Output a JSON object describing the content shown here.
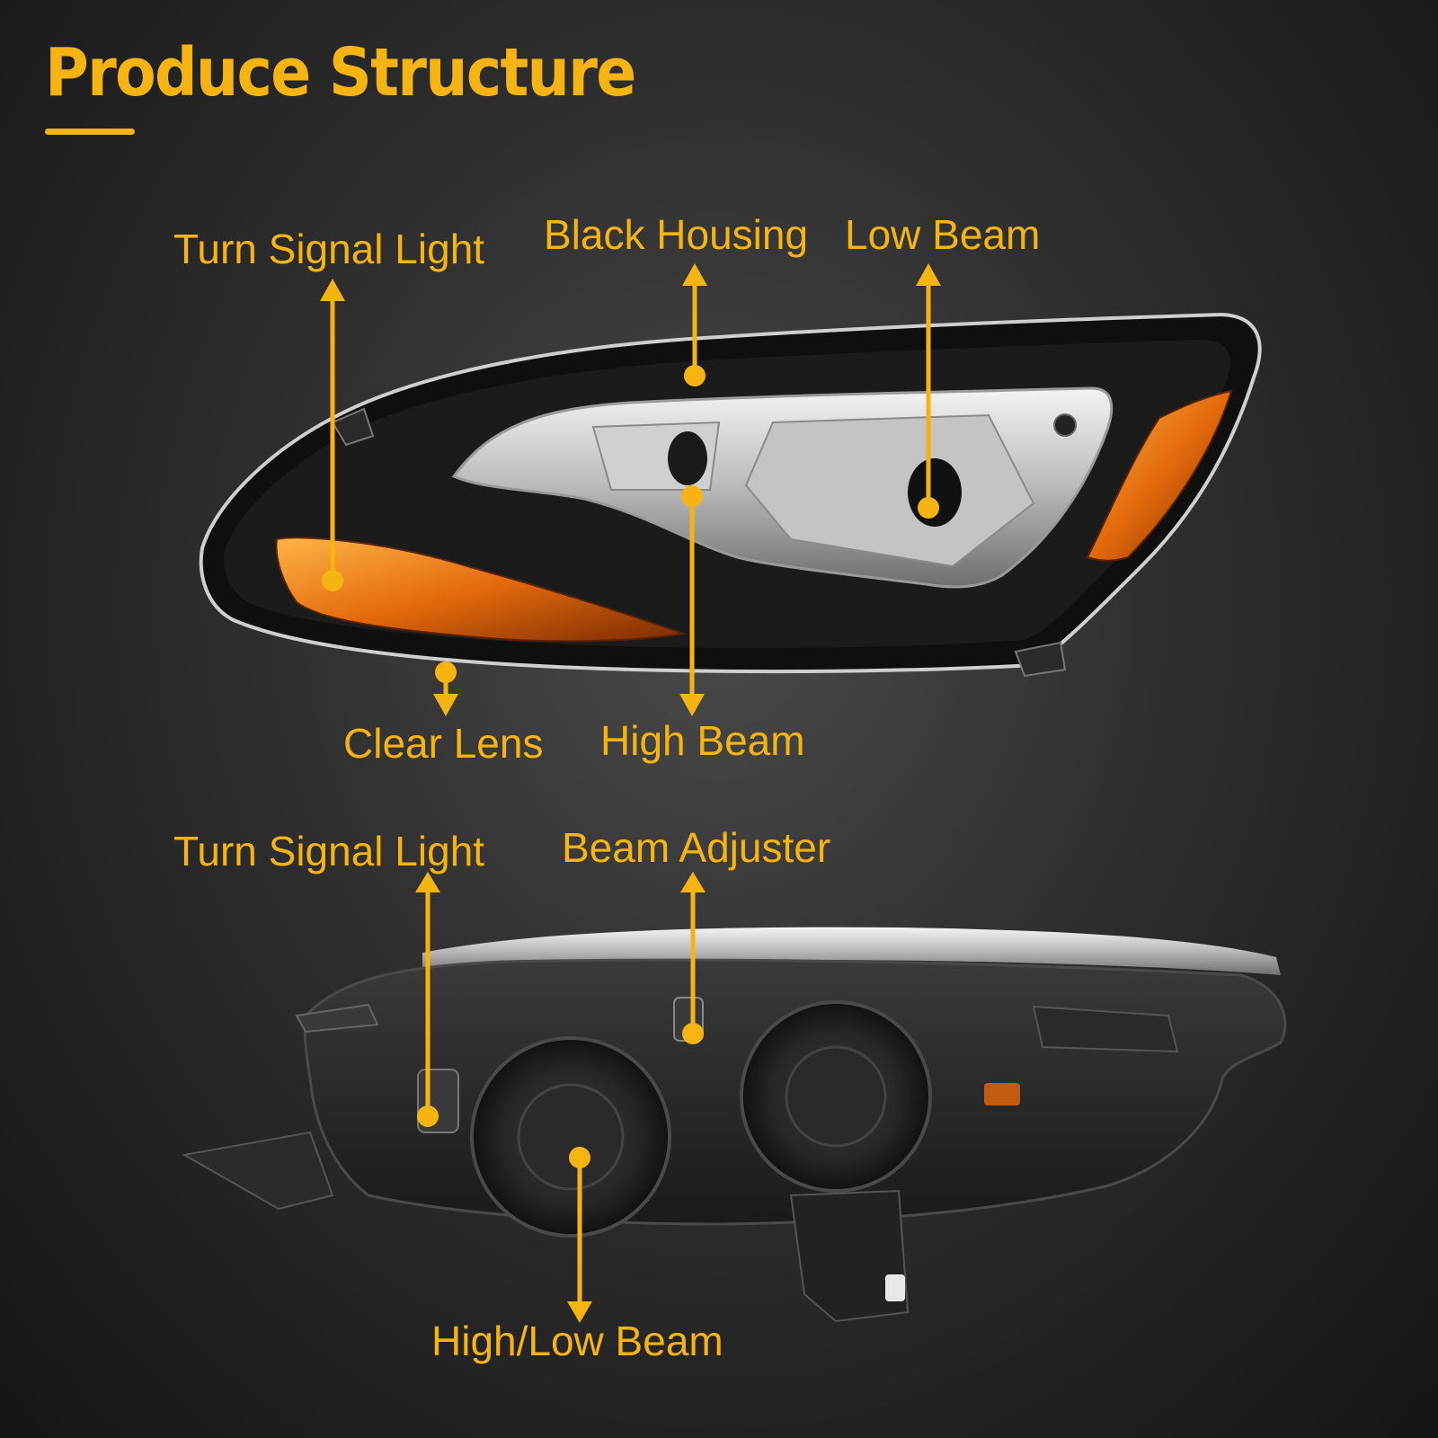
{
  "title": "Produce Structure",
  "front_view": {
    "labels": {
      "turn_signal": "Turn Signal Light",
      "black_housing": "Black Housing",
      "low_beam": "Low Beam",
      "clear_lens": "Clear Lens",
      "high_beam": "High Beam"
    }
  },
  "rear_view": {
    "labels": {
      "turn_signal": "Turn Signal Light",
      "beam_adjuster": "Beam Adjuster",
      "high_low_beam": "High/Low Beam"
    }
  },
  "colors": {
    "accent": "#f6b412",
    "amber_lens": "#e07a10",
    "housing": "#151515",
    "chrome": "#d8d8d8"
  }
}
